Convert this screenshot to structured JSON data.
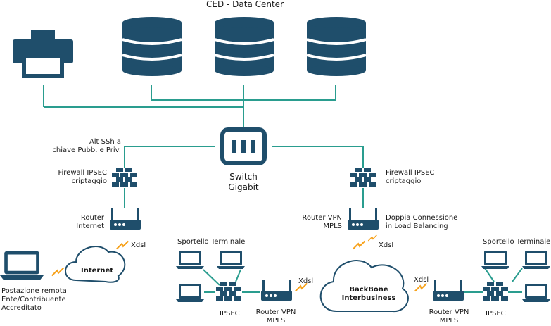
{
  "title": "CED - Data Center",
  "switch": {
    "line1": "Switch",
    "line2": "Gigabit"
  },
  "left": {
    "ssh_line1": "Alt SSh a",
    "ssh_line2": "chiave Pubb. e Priv.",
    "firewall_line1": "Firewall IPSEC",
    "firewall_line2": "criptaggio",
    "router_line1": "Router",
    "router_line2": "Internet",
    "xdsl": "Xdsl",
    "cloud": "Internet",
    "remote_line1": "Postazione remota",
    "remote_line2": "Ente/Contribuente",
    "remote_line3": "Accreditato"
  },
  "right": {
    "firewall_line1": "Firewall IPSEC",
    "firewall_line2": "criptaggio",
    "router_line1": "Router VPN",
    "router_line2": "MPLS",
    "lb_line1": "Doppia Connessione",
    "lb_line2": "in Load Balancing",
    "xdsl": "Xdsl",
    "cloud_line1": "BackBone",
    "cloud_line2": "Interbusiness"
  },
  "branch_left": {
    "title": "Sportello Terminale",
    "ipsec": "IPSEC",
    "router_line1": "Router VPN",
    "router_line2": "MPLS",
    "xdsl": "Xdsl"
  },
  "branch_right": {
    "title": "Sportello Terminale",
    "ipsec": "IPSEC",
    "router_line1": "Router VPN",
    "router_line2": "MPLS",
    "xdsl": "Xdsl"
  },
  "colors": {
    "navy": "#1f4e6b",
    "teal": "#2a9d8f",
    "orange": "#f7a21b"
  }
}
